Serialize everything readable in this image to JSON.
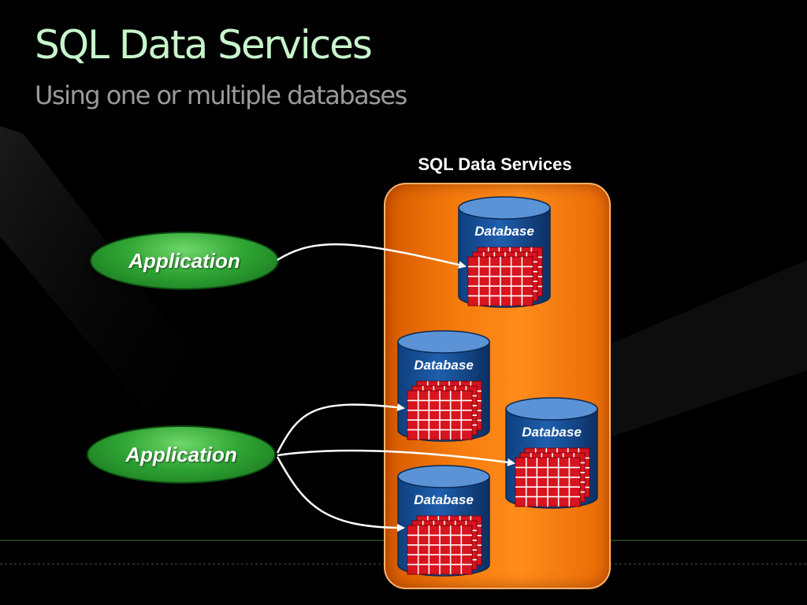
{
  "slide": {
    "title": "SQL Data Services",
    "subtitle": "Using one or multiple databases"
  },
  "diagram": {
    "service_label": "SQL Data Services",
    "applications": [
      {
        "label": "Application"
      },
      {
        "label": "Application"
      }
    ],
    "databases": [
      {
        "label": "Database"
      },
      {
        "label": "Database"
      },
      {
        "label": "Database"
      },
      {
        "label": "Database"
      }
    ],
    "connections": [
      {
        "from": "application-1",
        "to": "database-1"
      },
      {
        "from": "application-2",
        "to": "database-2"
      },
      {
        "from": "application-2",
        "to": "database-3"
      },
      {
        "from": "application-2",
        "to": "database-4"
      }
    ],
    "colors": {
      "title": "#c8f5cc",
      "subtitle": "#9a9a9a",
      "service_box": "#f47a0c",
      "application": "#2fa534",
      "database": "#1f5fae",
      "table_grid": "#d8141e"
    }
  }
}
